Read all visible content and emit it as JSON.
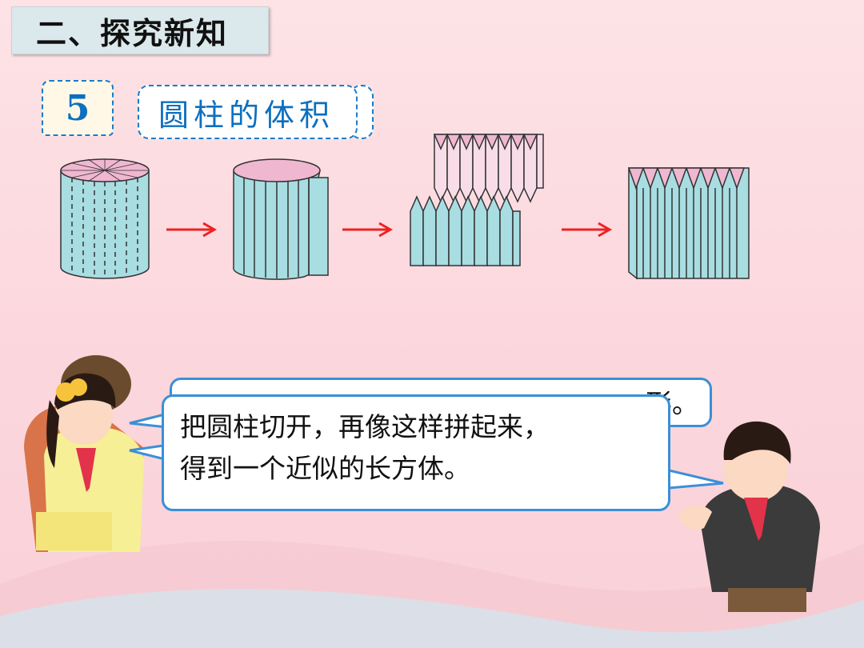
{
  "header": {
    "section_title": "二、探究新知"
  },
  "example": {
    "number": "5",
    "title": "圆柱的体积"
  },
  "dialog": {
    "back_bubble_tail": "形。",
    "front_bubble_line1": "把圆柱切开，再像这样拼起来，",
    "front_bubble_line2": "得到一个近似的长方体。"
  },
  "colors": {
    "accent_blue": "#1a7bc8",
    "solid_fill": "#a8dde2",
    "top_face": "#f0b7d0",
    "arrow_red": "#ee2222",
    "background": "#fde3e6"
  }
}
